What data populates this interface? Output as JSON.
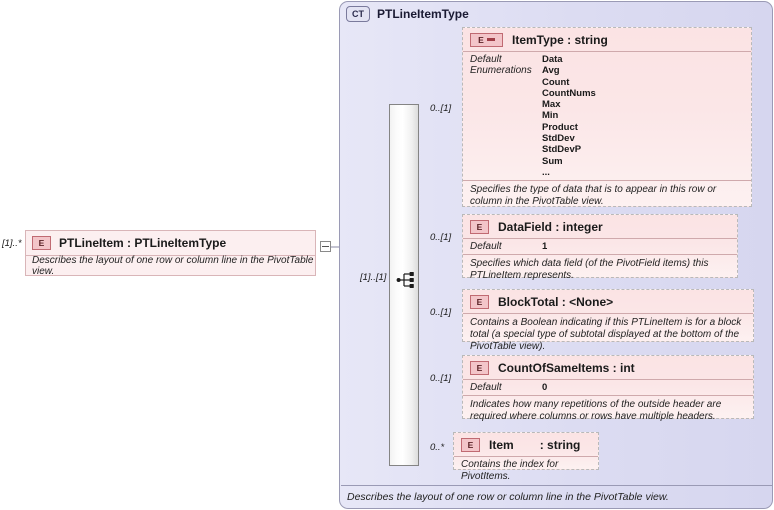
{
  "diagram": {
    "type": "xsd-complex-type",
    "container": {
      "badge": "CT",
      "title": "PTLineItemType",
      "footer_doc": "Describes the layout of one row or column line in the PivotTable view."
    },
    "root_element": {
      "badge": "E",
      "title": "PTLineItem : PTLineItemType",
      "doc": "Describes the layout of one row or column line in the PivotTable view.",
      "cardinality": "[1]..*"
    },
    "compositor": {
      "kind": "sequence-icon",
      "cardinality": "[1]..[1]"
    },
    "children": [
      {
        "badge": "E",
        "has_dash": true,
        "title": "ItemType : string",
        "cardinality": "0..[1]",
        "prop_labels": [
          "Default",
          "Enumerations"
        ],
        "prop_values": [
          "Data",
          "Avg",
          "Count",
          "CountNums",
          "Max",
          "Min",
          "Product",
          "StdDev",
          "StdDevP",
          "Sum",
          "..."
        ],
        "doc": "Specifies the type of data that is to appear in this row or column in the PivotTable view."
      },
      {
        "badge": "E",
        "has_dash": false,
        "title": "DataField : integer",
        "cardinality": "0..[1]",
        "prop_labels": [
          "Default"
        ],
        "prop_values": [
          "1"
        ],
        "doc": "Specifies which data field (of the PivotField items) this PTLineItem represents."
      },
      {
        "badge": "E",
        "has_dash": false,
        "title": "BlockTotal : <None>",
        "cardinality": "0..[1]",
        "prop_labels": [],
        "prop_values": [],
        "doc": "Contains a Boolean indicating if this PTLineItem is for a block total (a special type of subtotal displayed at the bottom of the PivotTable view)."
      },
      {
        "badge": "E",
        "has_dash": false,
        "title": "CountOfSameItems : int",
        "cardinality": "0..[1]",
        "prop_labels": [
          "Default"
        ],
        "prop_values": [
          "0"
        ],
        "doc": "Indicates how many repetitions of the outside header are required where columns or rows have multiple headers."
      },
      {
        "badge": "E",
        "has_dash": false,
        "title_name": "Item",
        "title_type": ": string",
        "cardinality": "0..*",
        "prop_labels": [],
        "prop_values": [],
        "doc": "Contains the index for PivotItems."
      }
    ]
  },
  "colors": {
    "container_bg": "#dcdcf2",
    "container_border": "#9a9ab5",
    "element_bg": "#fbe3e4",
    "element_border": "#b9b9b9",
    "badge_bg": "#f3c5c9",
    "badge_border": "#c06a72",
    "wire": "#6b6b8a"
  }
}
